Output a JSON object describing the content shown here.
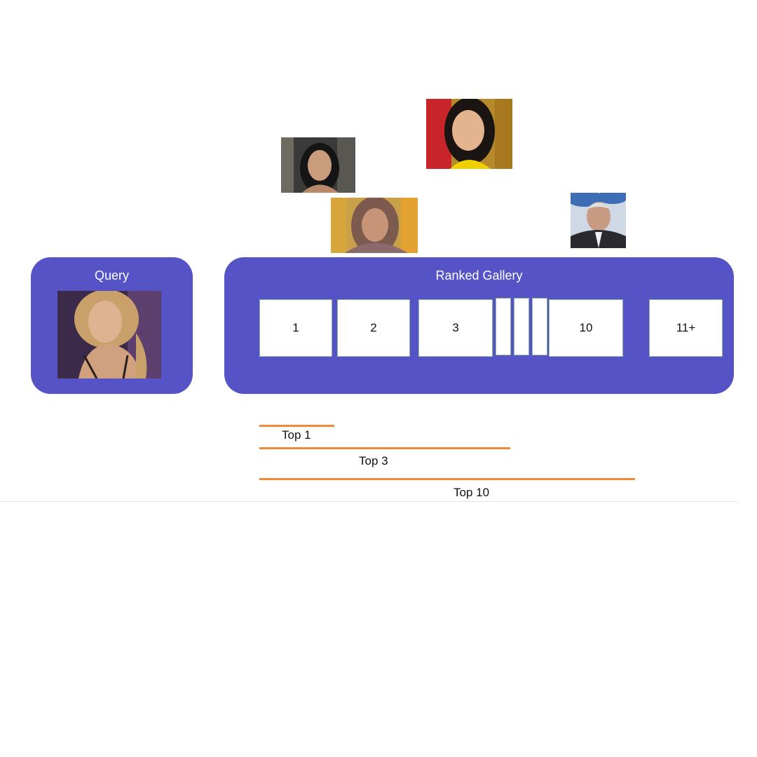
{
  "query": {
    "title": "Query"
  },
  "gallery": {
    "title": "Ranked Gallery",
    "slots": [
      "1",
      "2",
      "3",
      "10",
      "11+"
    ]
  },
  "ranges": {
    "top1": "Top 1",
    "top3": "Top 3",
    "top10": "Top 10"
  },
  "colors": {
    "panel": "#5553c5",
    "range_line": "#ee8a3c",
    "slot_border": "#8fb89a"
  }
}
